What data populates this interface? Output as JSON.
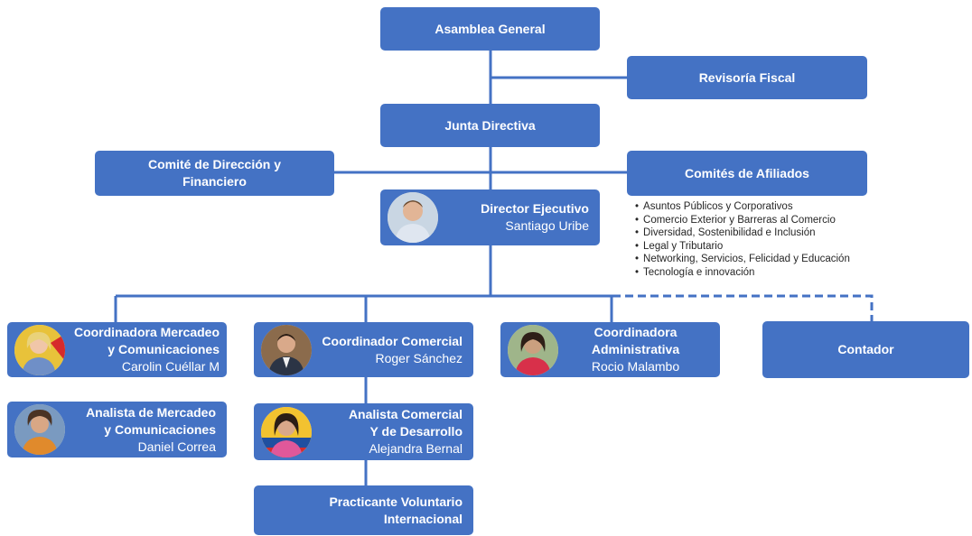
{
  "colors": {
    "box": "#4472c4",
    "box_text": "#ffffff",
    "line": "#4472c4",
    "list_text": "#262626"
  },
  "nodes": {
    "asamblea": {
      "title": "Asamblea General"
    },
    "revisoria": {
      "title": "Revisoría Fiscal"
    },
    "junta": {
      "title": "Junta Directiva"
    },
    "comite_direccion": {
      "title_line1": "Comité de Dirección y",
      "title_line2": "Financiero"
    },
    "comites_afiliados": {
      "title": "Comités de Afiliados"
    },
    "director": {
      "title": "Director Ejecutivo",
      "name": "Santiago Uribe",
      "avatar_icon": "person-photo-icon"
    },
    "coord_mercadeo": {
      "title_line1": "Coordinadora Mercadeo",
      "title_line2": "y Comunicaciones",
      "name": "Carolin Cuéllar M",
      "avatar_icon": "person-photo-icon"
    },
    "coord_comercial": {
      "title": "Coordinador Comercial",
      "name": "Roger Sánchez",
      "avatar_icon": "person-photo-icon"
    },
    "coord_admin": {
      "title_line1": "Coordinadora",
      "title_line2": "Administrativa",
      "name": "Rocio Malambo",
      "avatar_icon": "person-photo-icon"
    },
    "contador": {
      "title": "Contador"
    },
    "analista_mercadeo": {
      "title_line1": "Analista de Mercadeo",
      "title_line2": "y Comunicaciones",
      "name": "Daniel Correa",
      "avatar_icon": "person-photo-icon"
    },
    "analista_comercial": {
      "title_line1": "Analista Comercial",
      "title_line2": "Y de Desarrollo",
      "name": "Alejandra Bernal",
      "avatar_icon": "person-photo-icon"
    },
    "practicante": {
      "title_line1": "Practicante Voluntario",
      "title_line2": "Internacional"
    }
  },
  "committees": [
    "Asuntos Públicos y Corporativos",
    "Comercio Exterior y Barreras al Comercio",
    "Diversidad, Sostenibilidad e Inclusión",
    "Legal y Tributario",
    "Networking, Servicios, Felicidad y Educación",
    "Tecnología e innovación"
  ]
}
